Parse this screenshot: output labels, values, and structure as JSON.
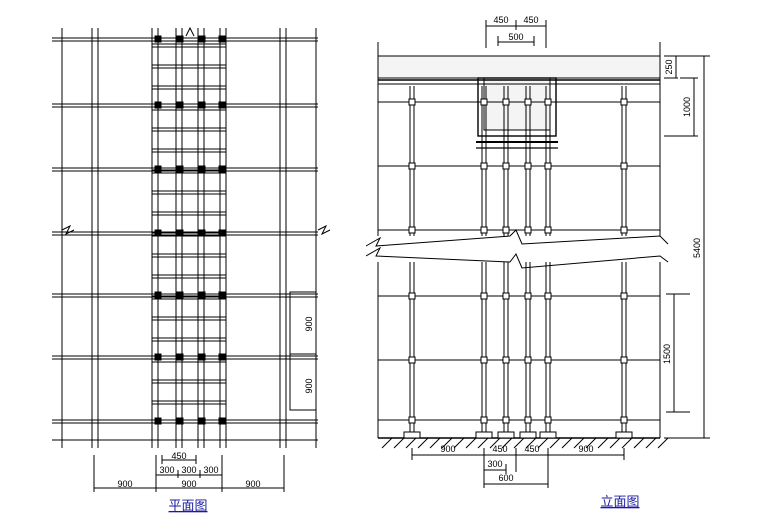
{
  "plan": {
    "caption": "平面图",
    "dims_bottom": [
      "450",
      "300",
      "300",
      "300",
      "900",
      "900",
      "900"
    ],
    "dims_right": [
      "900",
      "900"
    ]
  },
  "elevation": {
    "caption": "立面图",
    "dims_top": [
      "450",
      "450",
      "500"
    ],
    "dims_right": [
      "250",
      "1000",
      "5400",
      "1500"
    ],
    "dims_bottom": [
      "900",
      "450",
      "450",
      "900",
      "300",
      "600"
    ]
  }
}
